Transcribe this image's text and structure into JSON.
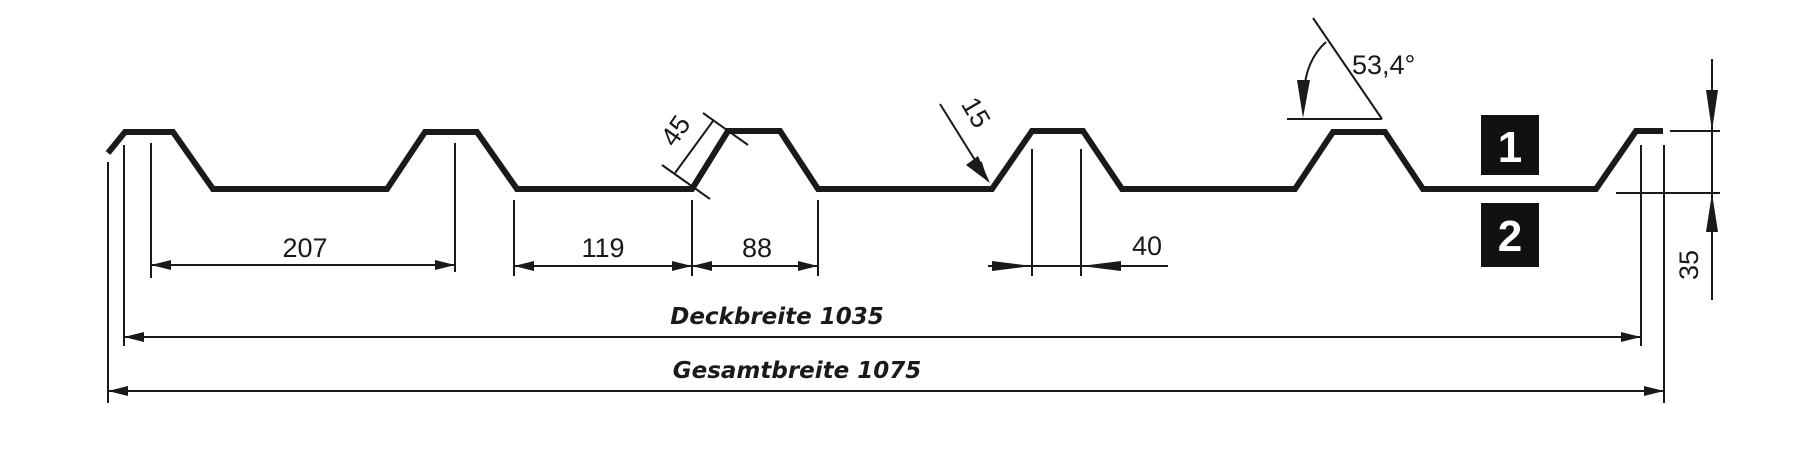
{
  "diagram": {
    "type": "trapezoidal-sheet-profile-cross-section",
    "labels": {
      "side_top": "1",
      "side_bottom": "2"
    },
    "dimensions": {
      "rib_spacing": "207",
      "valley_width": "119",
      "rib_base": "88",
      "rib_top": "40",
      "flank_length": "45",
      "radius": "15",
      "flank_angle": "53,4°",
      "profile_height": "35",
      "cover_width": "Deckbreite 1035",
      "total_width": "Gesamtbreite 1075"
    },
    "colors": {
      "line": "#1a1a1a",
      "background": "#ffffff",
      "label_box": "#111111",
      "label_text": "#ffffff"
    }
  }
}
